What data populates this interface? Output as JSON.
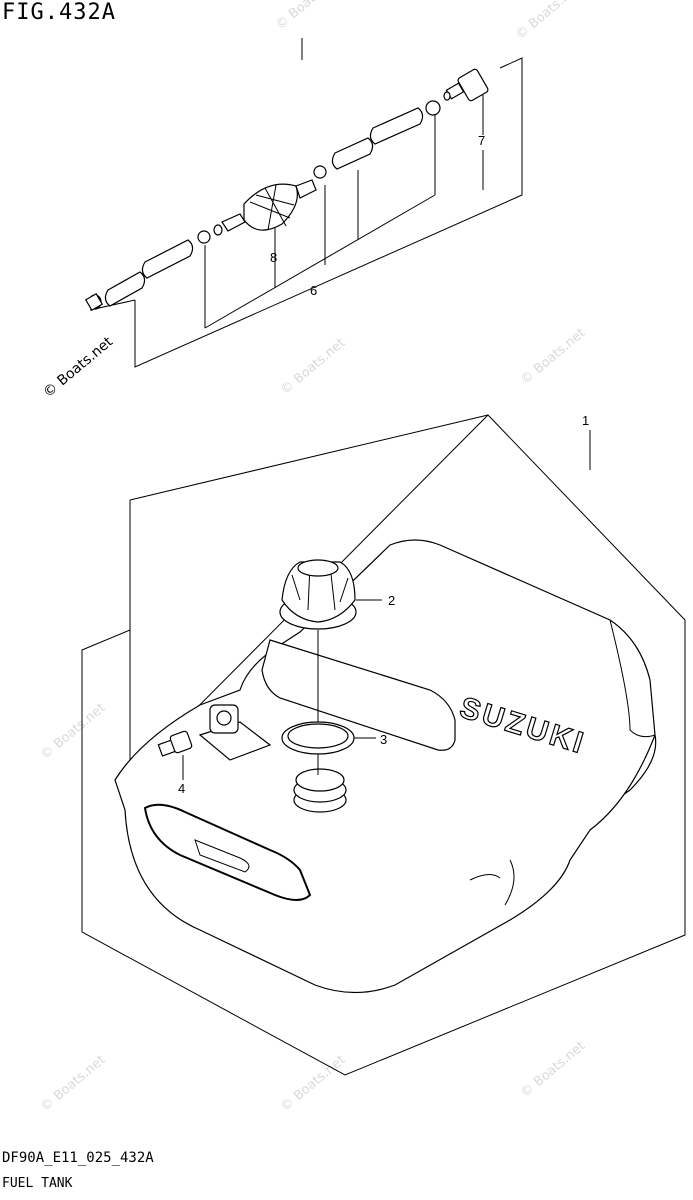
{
  "figure": {
    "title": "FIG.432A"
  },
  "footer": {
    "code": "DF90A_E11_025_432A",
    "name": "FUEL TANK"
  },
  "watermark": {
    "text": "© Boats.net"
  },
  "callouts": {
    "c1": "1",
    "c2": "2",
    "c3": "3",
    "c4": "4",
    "c6": "6",
    "c7": "7",
    "c8": "8"
  },
  "tank_brand": "SUZUKI",
  "colors": {
    "line": "#000000",
    "watermark": "#d9d9d9",
    "background": "#ffffff"
  }
}
